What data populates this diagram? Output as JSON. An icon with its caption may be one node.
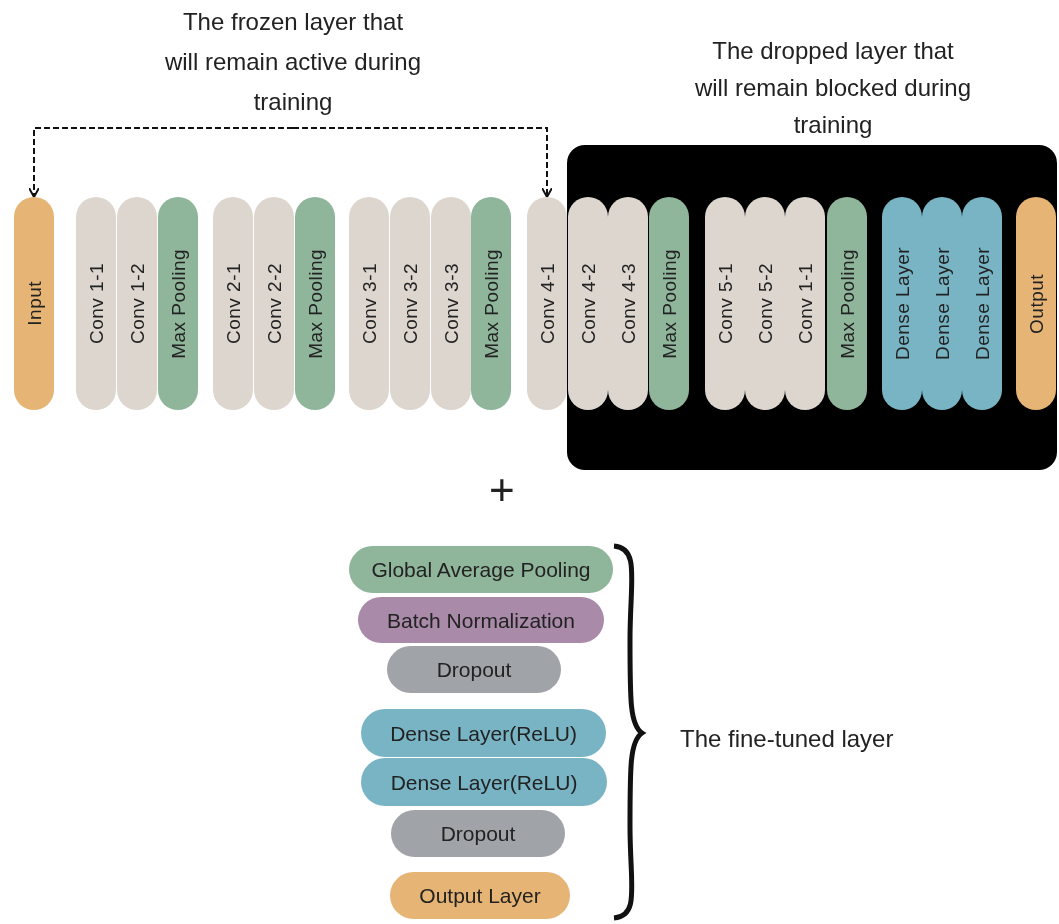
{
  "diagram": {
    "nodes": [
      {
        "text": [
          "The frozen layer that will remain active during training"
        ]
      },
      {
        "text": [
          "The dropped layer that will remain blocked during training"
        ]
      },
      {
        "text": [
          "Input"
        ]
      },
      {
        "text": [
          "Conv 1-1"
        ]
      },
      {
        "text": [
          "Conv 1-2"
        ]
      },
      {
        "text": [
          "Max Pooling"
        ]
      },
      {
        "text": [
          "Conv 2-1"
        ]
      },
      {
        "text": [
          "Conv 2-2"
        ]
      },
      {
        "text": [
          "Max Pooling"
        ]
      },
      {
        "text": [
          "Conv 3-1"
        ]
      },
      {
        "text": [
          "Conv 3-2"
        ]
      },
      {
        "text": [
          "Conv 3-3"
        ]
      },
      {
        "text": [
          "Max Pooling"
        ]
      },
      {
        "text": [
          "Conv 4-1"
        ]
      },
      {
        "text": [
          "Conv 4-2"
        ],
        "in": 1
      },
      {
        "text": [
          "Conv 4-3"
        ],
        "in": 1
      },
      {
        "text": [
          "Max Pooling"
        ],
        "in": 1
      },
      {
        "text": [
          "Conv 5-1"
        ],
        "in": 1
      },
      {
        "text": [
          "Conv 5-2"
        ],
        "in": 1
      },
      {
        "text": [
          "Conv 1-1"
        ],
        "in": 1
      },
      {
        "text": [
          "Max Pooling"
        ],
        "in": 1
      },
      {
        "text": [
          "Dense Layer"
        ],
        "in": 1
      },
      {
        "text": [
          "Dense Layer"
        ],
        "in": 1
      },
      {
        "text": [
          "Dense Layer"
        ],
        "in": 1
      },
      {
        "text": [
          "Output"
        ],
        "in": 1
      },
      {
        "text": [
          "Global Average Pooling"
        ]
      },
      {
        "text": [
          "Batch Normalization"
        ]
      },
      {
        "text": [
          "Dropout"
        ]
      },
      {
        "text": [
          "Dense Layer(ReLU)"
        ]
      },
      {
        "text": [
          "Dense Layer(ReLU)"
        ]
      },
      {
        "text": [
          "Dropout"
        ]
      },
      {
        "text": [
          "Output Layer"
        ]
      }
    ],
    "edges": [
      {
        "from": 0,
        "to": 2,
        "arrow": "to",
        "style": "dashed"
      },
      {
        "from": 0,
        "to": 13,
        "arrow": "to",
        "style": "dashed"
      }
    ],
    "labels": [
      "+",
      "The fine-tuned layer"
    ]
  }
}
